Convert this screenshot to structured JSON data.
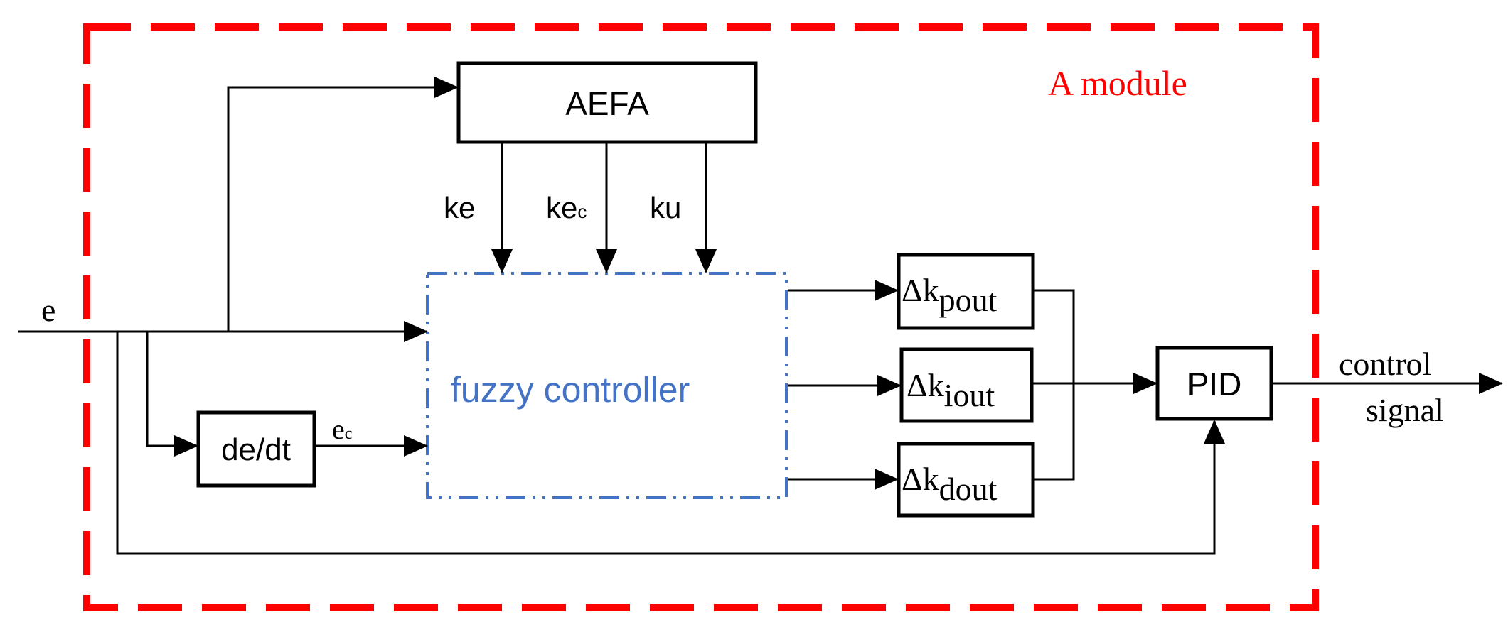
{
  "diagram": {
    "module_label": "A module",
    "aefa_label": "AEFA",
    "fuzzy_label": "fuzzy controller",
    "derivative_label": "de/dt",
    "pid_label": "PID",
    "input_label": "e",
    "ec_label_main": "e",
    "ec_label_sub": "c",
    "ke_label": "ke",
    "kec_label_main": "ke",
    "kec_label_sub": "c",
    "ku_label": "ku",
    "delta_symbol": "Δ",
    "k_letter": "k",
    "kp_sub": "pout",
    "ki_sub": "iout",
    "kd_sub": "dout",
    "output_line1": "control",
    "output_line2": "signal",
    "colors": {
      "module_border": "#ff0000",
      "fuzzy_border": "#4472c4",
      "lines": "#000000"
    }
  }
}
